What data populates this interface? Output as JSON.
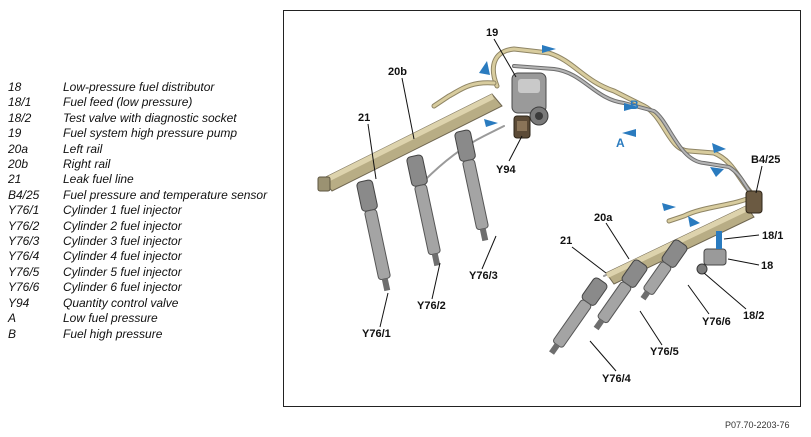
{
  "legend": [
    {
      "code": "18",
      "desc": "Low-pressure fuel distributor"
    },
    {
      "code": "18/1",
      "desc": "Fuel feed (low pressure)"
    },
    {
      "code": "18/2",
      "desc": "Test valve with diagnostic socket"
    },
    {
      "code": "19",
      "desc": "Fuel system high pressure pump"
    },
    {
      "code": "20a",
      "desc": "Left rail"
    },
    {
      "code": "20b",
      "desc": "Right rail"
    },
    {
      "code": "21",
      "desc": "Leak fuel line"
    },
    {
      "code": "B4/25",
      "desc": "Fuel pressure and temperature sensor"
    },
    {
      "code": "Y76/1",
      "desc": "Cylinder 1 fuel injector"
    },
    {
      "code": "Y76/2",
      "desc": "Cylinder 2 fuel injector"
    },
    {
      "code": "Y76/3",
      "desc": "Cylinder 3 fuel injector"
    },
    {
      "code": "Y76/4",
      "desc": "Cylinder 4 fuel injector"
    },
    {
      "code": "Y76/5",
      "desc": "Cylinder 5 fuel injector"
    },
    {
      "code": "Y76/6",
      "desc": "Cylinder 6 fuel injector"
    },
    {
      "code": "Y94",
      "desc": "Quantity control valve"
    },
    {
      "code": "A",
      "desc": "Low fuel pressure"
    },
    {
      "code": "B",
      "desc": "Fuel high pressure"
    }
  ],
  "callouts": {
    "c19": "19",
    "c20b": "20b",
    "c21_right": "21",
    "cY94": "Y94",
    "cA": "A",
    "cB": "B",
    "cB4_25": "B4/25",
    "c20a": "20a",
    "c21_left": "21",
    "c18_1": "18/1",
    "c18": "18",
    "c18_2": "18/2",
    "cY76_1": "Y76/1",
    "cY76_2": "Y76/2",
    "cY76_3": "Y76/3",
    "cY76_4": "Y76/4",
    "cY76_5": "Y76/5",
    "cY76_6": "Y76/6"
  },
  "figure_code": "P07.70-2203-76",
  "colors": {
    "rail": "#b8ad85",
    "pipe": "#cbbf94",
    "steel": "#8c8c8c",
    "flow_arrow": "#2a7bbf"
  }
}
